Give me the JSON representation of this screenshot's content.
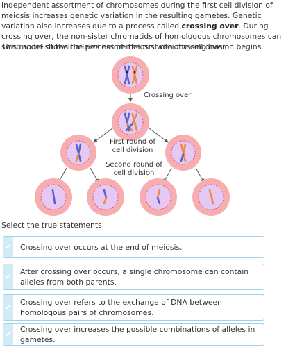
{
  "intro": {
    "part1": "Independent assortment of chromosomes during the first cell division of meiosis increases genetic variation in the resulting gametes. Genetic variation also increases due to a process called ",
    "bold": "crossing over",
    "part2": ". During crossing over, the non-sister chromatids of homologous chromosomes can swap some of their alleles before the first meiotic cell division begins."
  },
  "model_text": "This model shows the process of meiosis with crossing over.",
  "diagram": {
    "label_crossing_over": "Crossing over",
    "label_first_round": [
      "First round of",
      "cell division"
    ],
    "label_second_round": [
      "Second round of",
      "cell division"
    ],
    "colors": {
      "cell_outer": "#f7aeb0",
      "cell_inner": "#e6c8f5",
      "membrane_dash": "#d9577a",
      "chromosome_blue": "#5563c9",
      "chromosome_orange": "#f08a3a"
    }
  },
  "prompt": "Select the true statements.",
  "options": [
    {
      "text": "Crossing over occurs at the end of meiosis."
    },
    {
      "text": "After crossing over occurs, a single chromosome can contain alleles from both parents."
    },
    {
      "text": "Crossing over refers to the exchange of DNA between homologous pairs of chromosomes."
    },
    {
      "text": "Crossing over increases the possible combinations of alleles in gametes."
    }
  ],
  "check_icon": "checkmark-icon"
}
